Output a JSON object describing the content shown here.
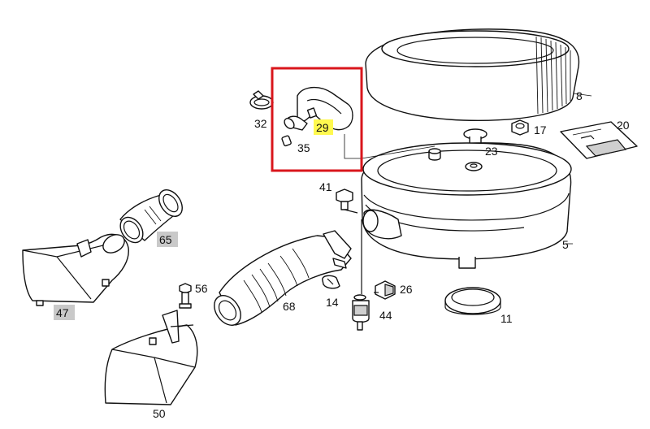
{
  "labels": {
    "p8": "8",
    "p17": "17",
    "p20": "20",
    "p23": "23",
    "p29": "29",
    "p32": "32",
    "p35": "35",
    "p41": "41",
    "p5": "5",
    "p65": "65",
    "p47": "47",
    "p56": "56",
    "p68": "68",
    "p14": "14",
    "p26": "26",
    "p44": "44",
    "p11": "11",
    "p50": "50"
  },
  "colors": {
    "highlight_box": "#d9161c",
    "highlight_label": "#fff94f",
    "gray_tag": "#c9c9c9"
  }
}
